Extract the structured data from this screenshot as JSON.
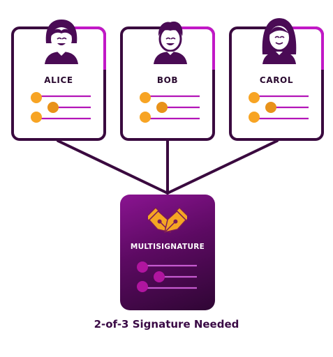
{
  "cards": [
    {
      "name": "ALICE"
    },
    {
      "name": "BOB"
    },
    {
      "name": "CAROL"
    }
  ],
  "multisig": {
    "title": "MULTISIGNATURE"
  },
  "caption": "2-of-3 Signature Needed",
  "colors": {
    "dark_purple": "#3a0a3f",
    "accent_magenta": "#c118c6",
    "orange": "#f7a424",
    "orange_dark": "#e58a0f",
    "card_gradient_light": "#8a1491",
    "card_gradient_dark": "#2f0634",
    "msig_dot": "#b0159f"
  },
  "icons": [
    "woman-avatar-icon",
    "man-avatar-icon",
    "woman-long-hair-avatar-icon",
    "fountain-pen-icon"
  ]
}
